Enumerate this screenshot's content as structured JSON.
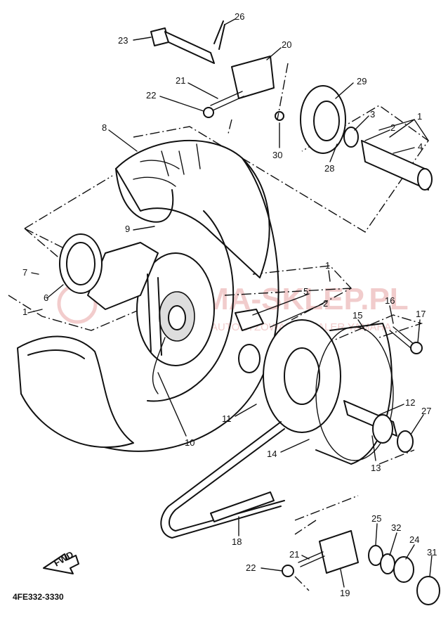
{
  "diagram": {
    "code": "4FE332-3330",
    "fwd_label": "FWD",
    "watermark": {
      "brand": "YAMA-SKLEP.PL",
      "tagline": "AUTORYZOWANY DEALER YAMAHA"
    },
    "callouts": [
      {
        "id": "c23",
        "text": "23"
      },
      {
        "id": "c26",
        "text": "26"
      },
      {
        "id": "c20",
        "text": "20"
      },
      {
        "id": "c21a",
        "text": "21"
      },
      {
        "id": "c22a",
        "text": "22"
      },
      {
        "id": "c29",
        "text": "29"
      },
      {
        "id": "c3",
        "text": "3"
      },
      {
        "id": "c1a",
        "text": "1"
      },
      {
        "id": "c2a",
        "text": "2"
      },
      {
        "id": "c4",
        "text": "4"
      },
      {
        "id": "c30",
        "text": "30"
      },
      {
        "id": "c28",
        "text": "28"
      },
      {
        "id": "c8",
        "text": "8"
      },
      {
        "id": "c9",
        "text": "9"
      },
      {
        "id": "c7",
        "text": "7"
      },
      {
        "id": "c6",
        "text": "6"
      },
      {
        "id": "c1b",
        "text": "1"
      },
      {
        "id": "c1c",
        "text": "1"
      },
      {
        "id": "c5",
        "text": "5"
      },
      {
        "id": "c2b",
        "text": "2"
      },
      {
        "id": "c16",
        "text": "16"
      },
      {
        "id": "c17",
        "text": "17"
      },
      {
        "id": "c15",
        "text": "15"
      },
      {
        "id": "c12",
        "text": "12"
      },
      {
        "id": "c27",
        "text": "27"
      },
      {
        "id": "c11",
        "text": "11"
      },
      {
        "id": "c14",
        "text": "14"
      },
      {
        "id": "c13",
        "text": "13"
      },
      {
        "id": "c10",
        "text": "10"
      },
      {
        "id": "c18",
        "text": "18"
      },
      {
        "id": "c25",
        "text": "25"
      },
      {
        "id": "c32",
        "text": "32"
      },
      {
        "id": "c24",
        "text": "24"
      },
      {
        "id": "c21b",
        "text": "21"
      },
      {
        "id": "c31",
        "text": "31"
      },
      {
        "id": "c22b",
        "text": "22"
      },
      {
        "id": "c19",
        "text": "19"
      }
    ]
  }
}
